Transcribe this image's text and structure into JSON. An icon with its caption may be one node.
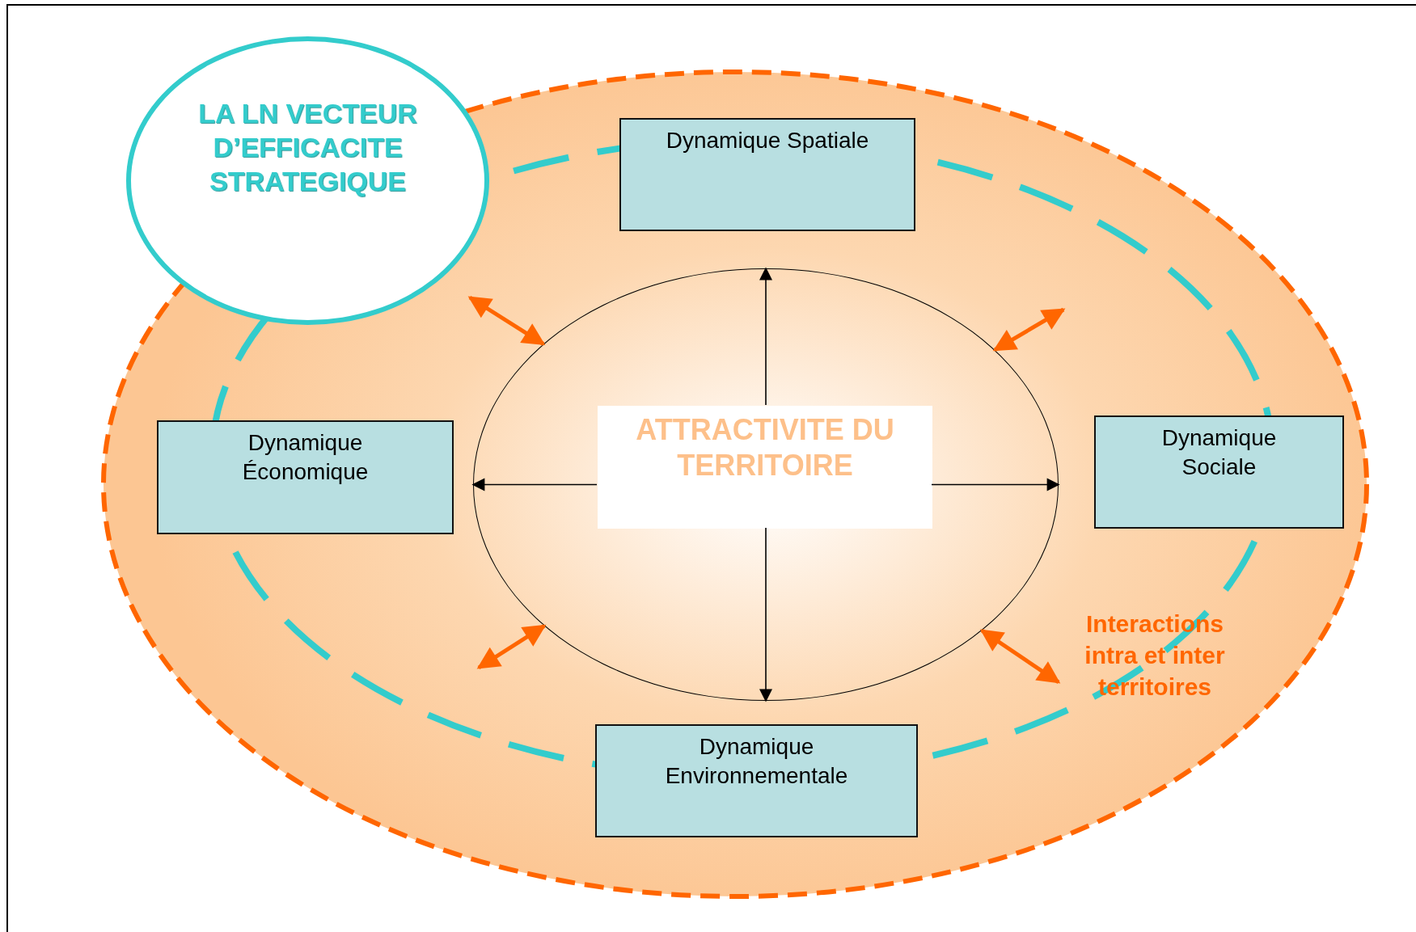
{
  "diagram": {
    "nodes": [
      {
        "text": [
          "LA LN VECTEUR D’EFFICACITE STRATEGIQUE"
        ]
      },
      {
        "text": [
          "Dynamique Spatiale"
        ]
      },
      {
        "text": [
          "Dynamique Économique"
        ]
      },
      {
        "text": [
          "Dynamique Sociale"
        ]
      },
      {
        "text": [
          "Dynamique Environnementale"
        ]
      },
      {
        "text": [],
        "shape": "ellipse"
      },
      {
        "text": [
          "ATTRACTIVITE DU TERRITOIRE"
        ],
        "in": 5
      }
    ],
    "edges": [
      {
        "from": 6,
        "to": 5,
        "arrow": "to"
      },
      {
        "from": 6,
        "to": 5,
        "arrow": "to"
      },
      {
        "from": 6,
        "to": 5,
        "arrow": "to"
      },
      {
        "from": 6,
        "to": 5,
        "arrow": "to"
      },
      {
        "from": null,
        "to": 5,
        "arrow": "both",
        "style": "thick",
        "color": "#ff6600"
      },
      {
        "from": null,
        "to": 5,
        "arrow": "both",
        "style": "thick",
        "color": "#ff6600"
      },
      {
        "from": null,
        "to": 5,
        "arrow": "both",
        "style": "thick",
        "color": "#ff6600"
      },
      {
        "from": null,
        "to": 5,
        "arrow": "both",
        "style": "thick",
        "color": "#ff6600"
      }
    ],
    "labels": [
      "Interactions intra et inter territoires"
    ]
  }
}
